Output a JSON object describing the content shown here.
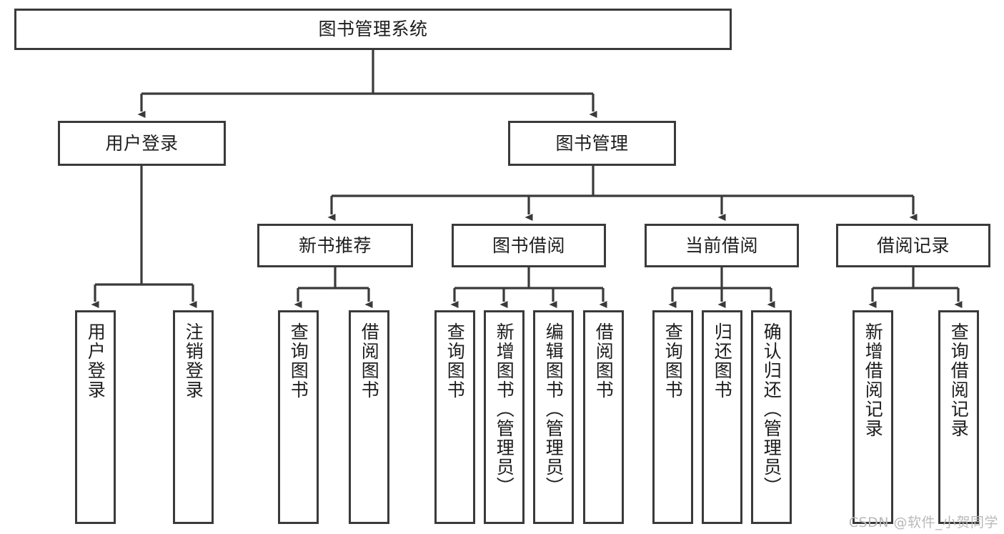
{
  "diagram": {
    "title": "图书管理系统",
    "watermark": "CSDN @软件_小贺同学",
    "colors": {
      "stroke": "#3a3a3a",
      "text": "#1d1d1d",
      "background": "#ffffff",
      "watermark": "#b9b9b9"
    },
    "levels": {
      "root": {
        "label": "图书管理系统"
      },
      "level2": [
        {
          "label": "用户登录"
        },
        {
          "label": "图书管理"
        }
      ],
      "level3": [
        {
          "label": "新书推荐"
        },
        {
          "label": "图书借阅"
        },
        {
          "label": "当前借阅"
        },
        {
          "label": "借阅记录"
        }
      ],
      "leaves": [
        {
          "label": "用户登录",
          "parent": "用户登录"
        },
        {
          "label": "注销登录",
          "parent": "用户登录"
        },
        {
          "label": "查询图书",
          "parent": "新书推荐"
        },
        {
          "label": "借阅图书",
          "parent": "新书推荐"
        },
        {
          "label": "查询图书",
          "parent": "图书借阅"
        },
        {
          "label": "新增图书（管理员）",
          "parent": "图书借阅"
        },
        {
          "label": "编辑图书（管理员）",
          "parent": "图书借阅"
        },
        {
          "label": "借阅图书",
          "parent": "图书借阅"
        },
        {
          "label": "查询图书",
          "parent": "当前借阅"
        },
        {
          "label": "归还图书",
          "parent": "当前借阅"
        },
        {
          "label": "确认归还（管理员）",
          "parent": "当前借阅"
        },
        {
          "label": "新增借阅记录",
          "parent": "借阅记录"
        },
        {
          "label": "查询借阅记录",
          "parent": "借阅记录"
        }
      ]
    }
  }
}
